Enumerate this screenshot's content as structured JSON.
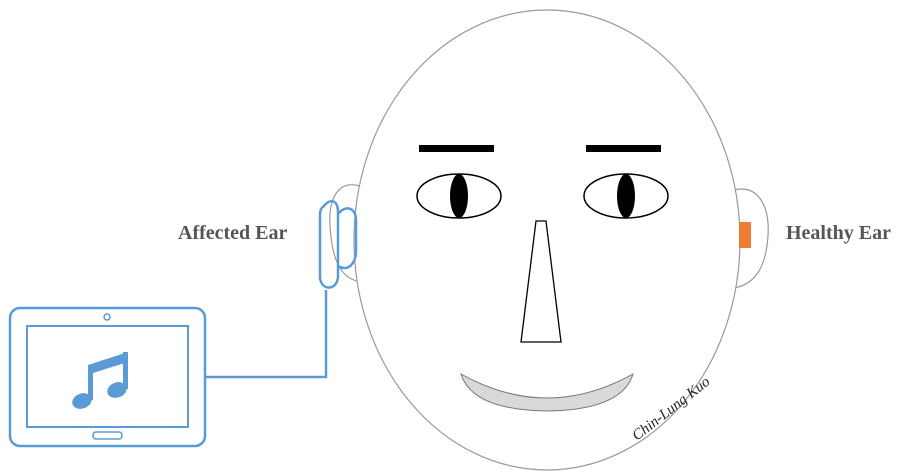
{
  "labels": {
    "affected_ear": "Affected Ear",
    "healthy_ear": "Healthy Ear",
    "signature": "Chin-Lung Kuo"
  },
  "icons": {
    "device": "tablet-icon",
    "media": "music-note-icon",
    "earphone": "earphone-icon"
  },
  "colors": {
    "device_blue": "#5b9bd5",
    "earplug_orange": "#ed7d31",
    "outline_gray": "#999999",
    "mouth_fill": "#d9d9d9",
    "label_gray": "#555555"
  }
}
